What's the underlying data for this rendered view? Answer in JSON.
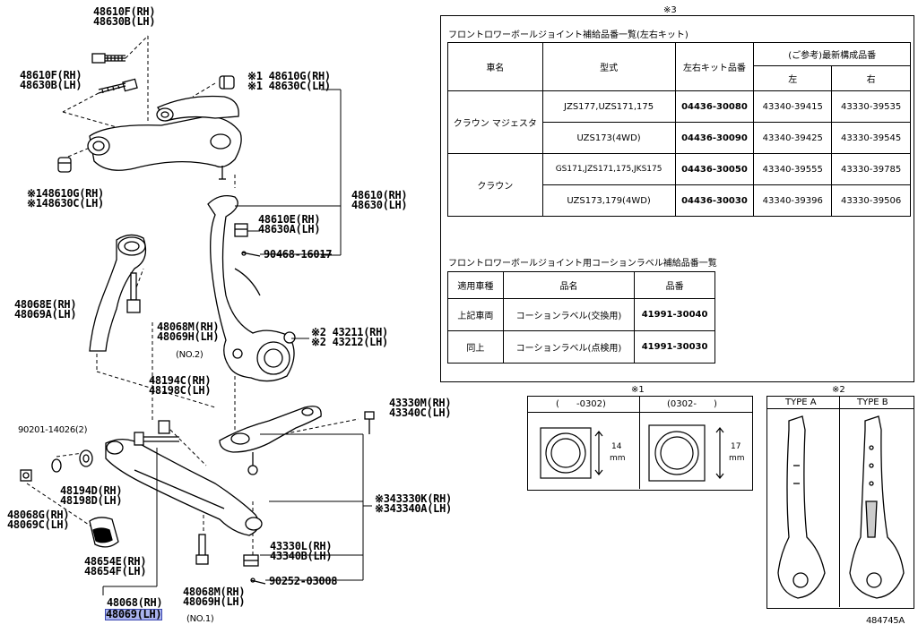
{
  "labels": {
    "upper_bolt_top": "48610F(RH)\n48630B(LH)",
    "upper_bolt_left": "48610F(RH)\n48630B(LH)",
    "bushing_right": "※1 48610G(RH)\n※1 48630C(LH)",
    "bushing_left": "※148610G(RH)\n※148630C(LH)",
    "upper_arm": "48610(RH)\n48630(LH)",
    "nut_upper": "48610E(RH)\n48630A(LH)",
    "cotter_upper": "90468-16017",
    "strut_rod": "48068E(RH)\n48069A(LH)",
    "bolt_no2": "48068M(RH)\n48069H(LH)",
    "bolt_no2_note": "(NO.2)",
    "knuckle": "※2 43211(RH)\n※2 43212(LH)",
    "lower_bolt": "48194C(RH)\n48198C(LH)",
    "nut_left": "90201-14026(2)",
    "cam": "48194D(RH)\n48198D(LH)",
    "nut_small": "48068G(RH)\n48069C(LH)",
    "bushing_lower": "48654E(RH)\n48654F(LH)",
    "lower_arm": "48068(RH)",
    "lower_arm_lh": "48069(LH)",
    "bolt_no1": "48068M(RH)\n48069H(LH)",
    "bolt_no1_note": "(NO.1)",
    "ball_bolt": "43330M(RH)\n43340C(LH)",
    "ball_joint": "※343330K(RH)\n※343340A(LH)",
    "ball_nut": "43330L(RH)\n43340B(LH)",
    "cotter_lower": "90252-03008",
    "figure_id": "484745A"
  },
  "note3": {
    "mark": "※3",
    "title1": "フロントロワーボールジョイント補給品番一覧(左右キット)",
    "headers": [
      "車名",
      "型式",
      "左右キット品番",
      "(ご参考)最新構成品番",
      "左",
      "右"
    ],
    "rows": [
      {
        "name": "クラウン マジェスタ",
        "model": "JZS177,UZS171,175",
        "kit": "04436-30080",
        "left": "43340-39415",
        "right": "43330-39535"
      },
      {
        "name": "",
        "model": "UZS173(4WD)",
        "kit": "04436-30090",
        "left": "43340-39425",
        "right": "43330-39545"
      },
      {
        "name": "クラウン",
        "model": "GS171,JZS171,175,JKS175",
        "kit": "04436-30050",
        "left": "43340-39555",
        "right": "43330-39785"
      },
      {
        "name": "",
        "model": "UZS173,179(4WD)",
        "kit": "04436-30030",
        "left": "43340-39396",
        "right": "43330-39506"
      }
    ],
    "title2": "フロントロワーボールジョイント用コーションラベル補給品番一覧",
    "headers2": [
      "適用車種",
      "品名",
      "品番"
    ],
    "rows2": [
      {
        "car": "上記車両",
        "name": "コーションラベル(交換用)",
        "part": "41991-30040"
      },
      {
        "car": "同上",
        "name": "コーションラベル(点検用)",
        "part": "41991-30030"
      }
    ]
  },
  "note1": {
    "mark": "※1",
    "col1": "(      -0302)",
    "col2": "(0302-      )",
    "dim1": "14",
    "dim2": "17",
    "unit": "mm"
  },
  "note2": {
    "mark": "※2",
    "type_a": "TYPE A",
    "type_b": "TYPE B"
  }
}
